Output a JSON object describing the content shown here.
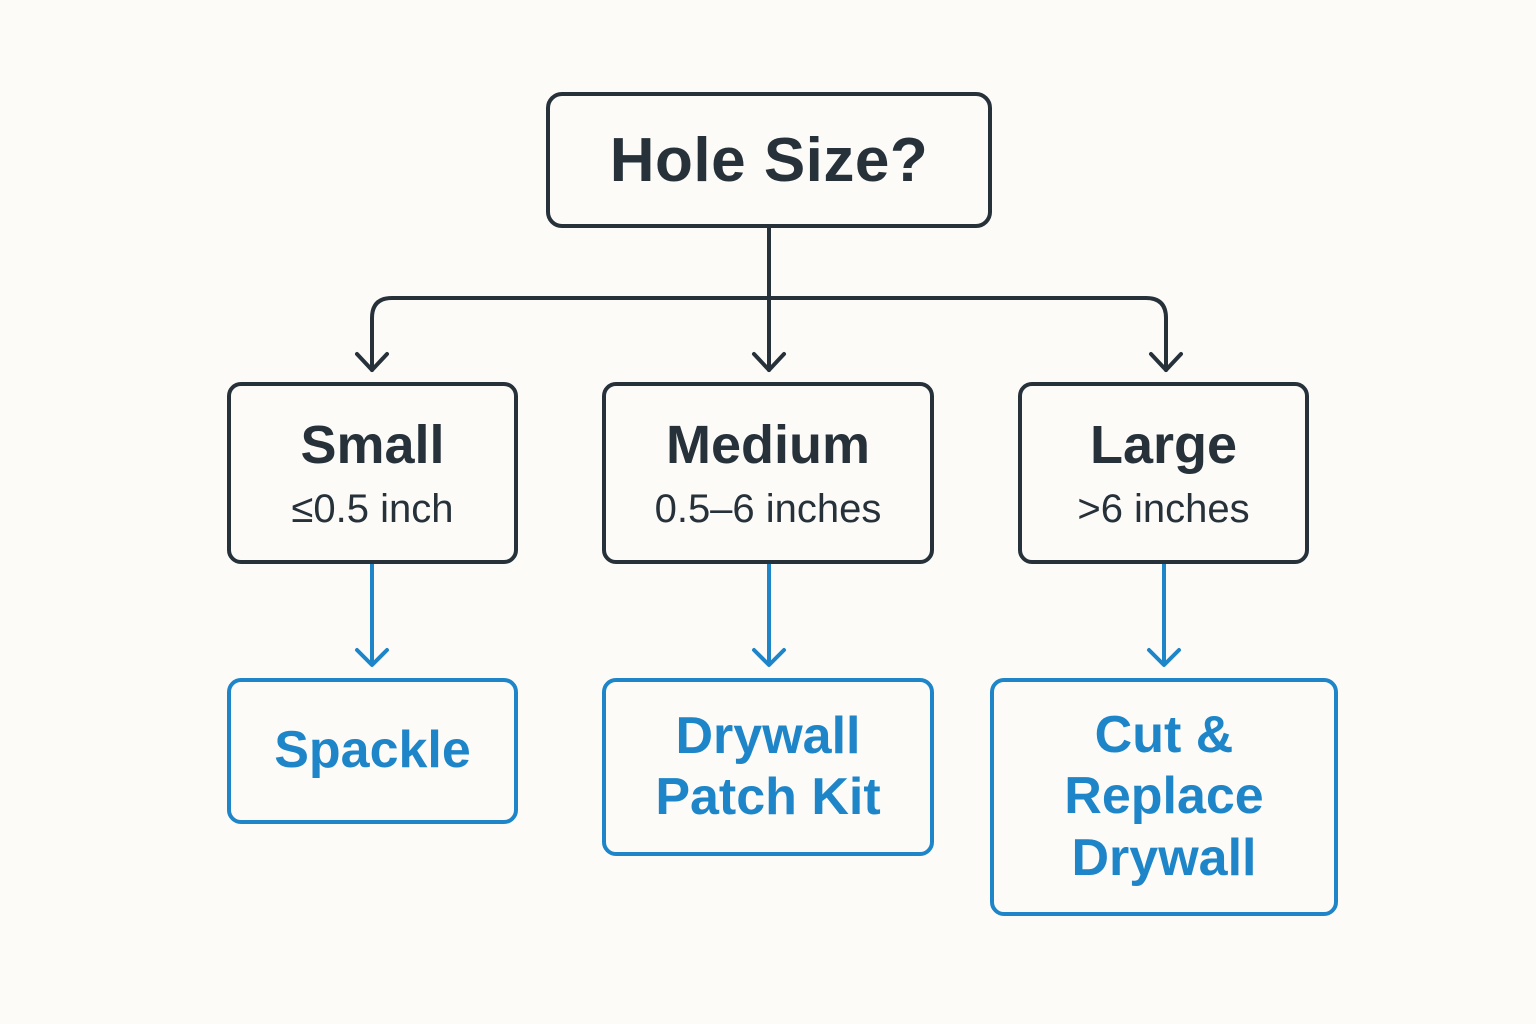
{
  "root": {
    "question": "Hole Size?"
  },
  "categories": [
    {
      "name": "Small",
      "range": "≤0.5 inch"
    },
    {
      "name": "Medium",
      "range": "0.5–6 inches"
    },
    {
      "name": "Large",
      "range": ">6 inches"
    }
  ],
  "solutions": [
    {
      "label": "Spackle"
    },
    {
      "label": "Drywall\nPatch Kit"
    },
    {
      "label": "Cut &\nReplace\nDrywall"
    }
  ],
  "colors": {
    "node_border": "#26313a",
    "solution_accent": "#1e86c8",
    "background": "#fcfbf8"
  }
}
